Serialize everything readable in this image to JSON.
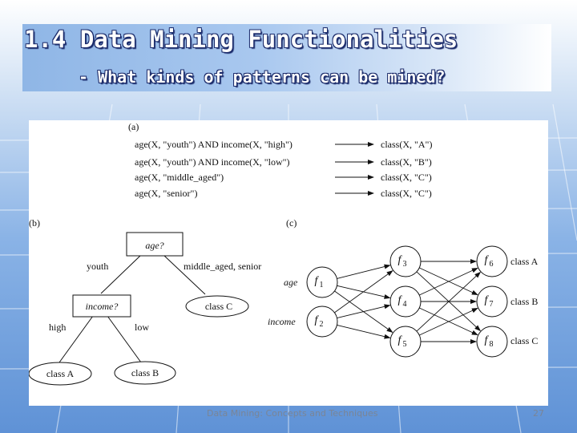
{
  "slide": {
    "title_line1": "1.4 Data Mining Functionalities",
    "title_line2": "- What kinds of patterns can be mined?",
    "footer_text": "Data Mining: Concepts and Techniques",
    "page_number": "27",
    "accent_color": "#1a2a6a",
    "background_color": "#6f9fdc"
  },
  "figure": {
    "panel_a": {
      "label": "(a)",
      "rules": [
        {
          "condition": "age(X, \"youth\") AND income(X, \"high\")",
          "result": "class(X, \"A\")"
        },
        {
          "condition": "age(X, \"youth\") AND income(X, \"low\")",
          "result": "class(X, \"B\")"
        },
        {
          "condition": "age(X, \"middle_aged\")",
          "result": "class(X, \"C\")"
        },
        {
          "condition": "age(X, \"senior\")",
          "result": "class(X, \"C\")"
        }
      ]
    },
    "panel_b": {
      "label": "(b)",
      "root": "age?",
      "edge_youth": "youth",
      "edge_middle_senior": "middle_aged, senior",
      "income_node": "income?",
      "leaf_c": "class C",
      "edge_high": "high",
      "edge_low": "low",
      "leaf_a": "class A",
      "leaf_b": "class B"
    },
    "panel_c": {
      "label": "(c)",
      "input_age": "age",
      "input_income": "income",
      "class_a": "class A",
      "class_b": "class B",
      "class_c": "class C",
      "nodes": {
        "f1": {
          "letter": "f",
          "sub": "1"
        },
        "f2": {
          "letter": "f",
          "sub": "2"
        },
        "f3": {
          "letter": "f",
          "sub": "3"
        },
        "f4": {
          "letter": "f",
          "sub": "4"
        },
        "f5": {
          "letter": "f",
          "sub": "5"
        },
        "f6": {
          "letter": "f",
          "sub": "6"
        },
        "f7": {
          "letter": "f",
          "sub": "7"
        },
        "f8": {
          "letter": "f",
          "sub": "8"
        }
      }
    }
  }
}
